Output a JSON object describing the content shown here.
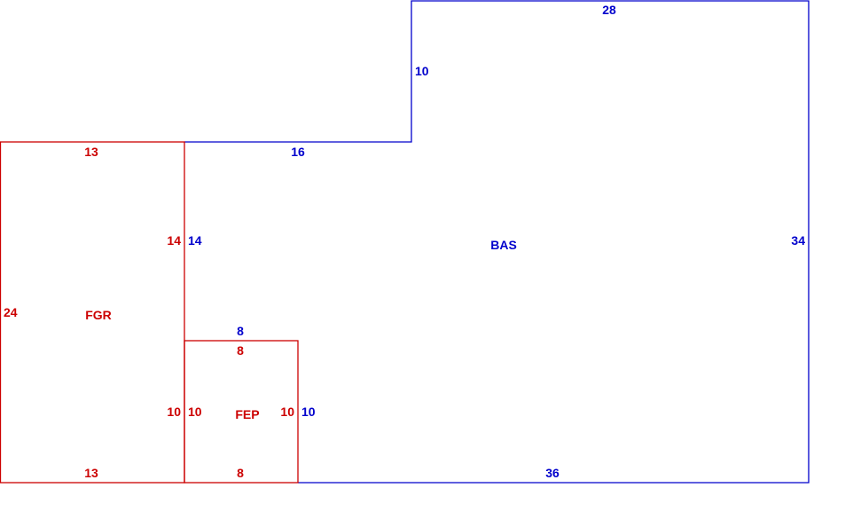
{
  "colors": {
    "bas": "#0000cc",
    "garage": "#cc0000",
    "background": "#ffffff"
  },
  "areas": {
    "bas": {
      "code": "BAS"
    },
    "fgr": {
      "code": "FGR"
    },
    "fep": {
      "code": "FEP"
    }
  },
  "dimensions": {
    "bas_top": "28",
    "bas_step_vertical": "10",
    "bas_step_horizontal": "16",
    "bas_right": "34",
    "bas_bottom": "36",
    "bas_left_upper": "14",
    "bas_above_fep": "8",
    "bas_right_of_fep": "10",
    "fgr_top": "13",
    "fgr_bottom": "13",
    "fgr_left": "24",
    "fgr_right": "14",
    "fgr_right_lower": "10",
    "fep_top": "8",
    "fep_bottom": "8",
    "fep_left": "10",
    "fep_right": "10"
  }
}
